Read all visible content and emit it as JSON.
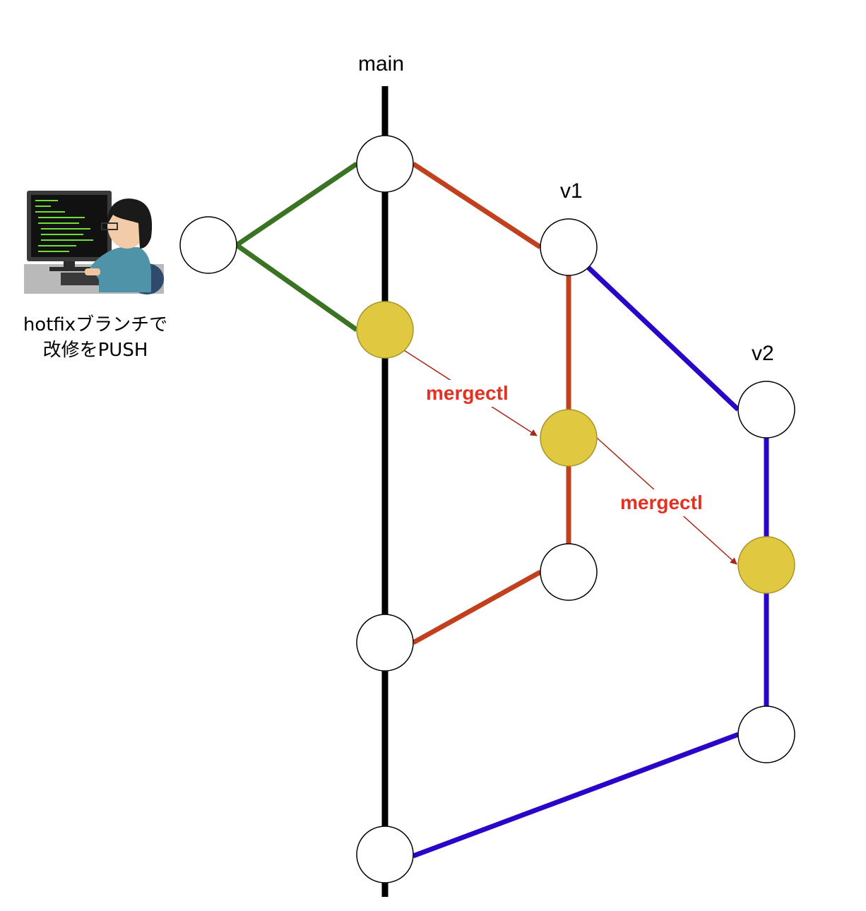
{
  "colors": {
    "main": "#000000",
    "hotfix": "#3a7321",
    "v1": "#c1401e",
    "v2": "#2a05c8",
    "merged_commit": "#e0c840",
    "merged_commit_border": "#a8952a",
    "merge_arrow": "#a52a1a",
    "merge_label": "#e53123"
  },
  "branches": {
    "main": "main",
    "v1": "v1",
    "v2": "v2"
  },
  "merge_tool": {
    "label_1": "mergectl",
    "label_2": "mergectl"
  },
  "developer": {
    "icon": "developer-at-computer-icon",
    "caption_line_1": "hotfixブランチで",
    "caption_line_2": "改修をPUSH"
  }
}
